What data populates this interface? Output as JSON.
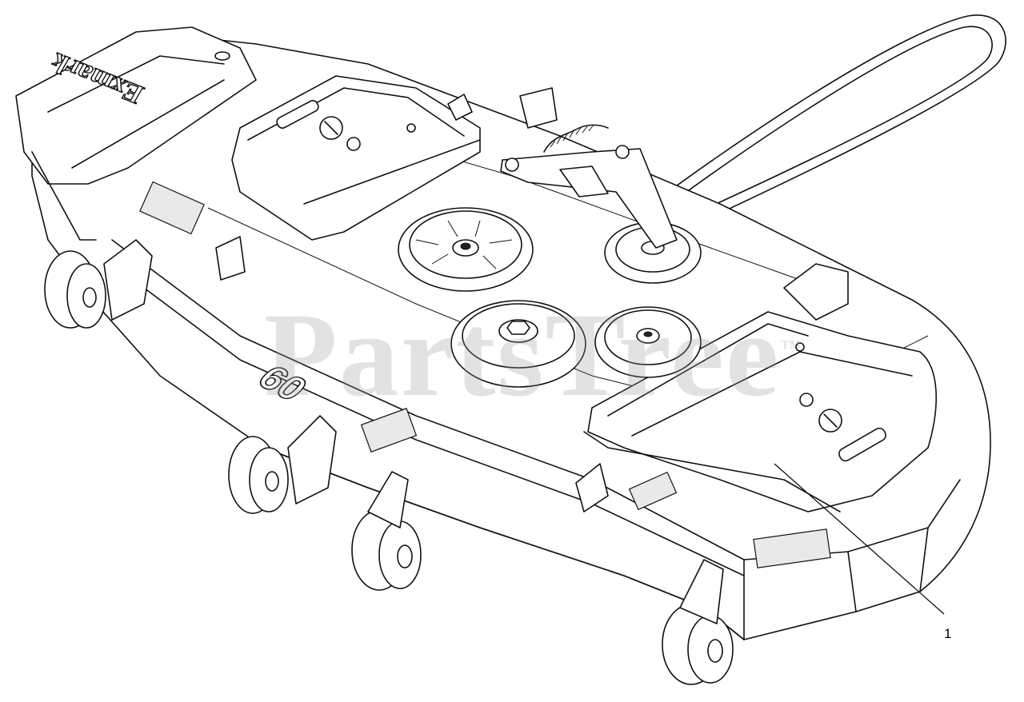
{
  "diagram": {
    "watermark": "PartsTree",
    "watermark_tm": "™",
    "brand_logo": "Exmark",
    "deck_size_label": "60",
    "callouts": [
      {
        "number": "1",
        "part": "1"
      }
    ]
  }
}
